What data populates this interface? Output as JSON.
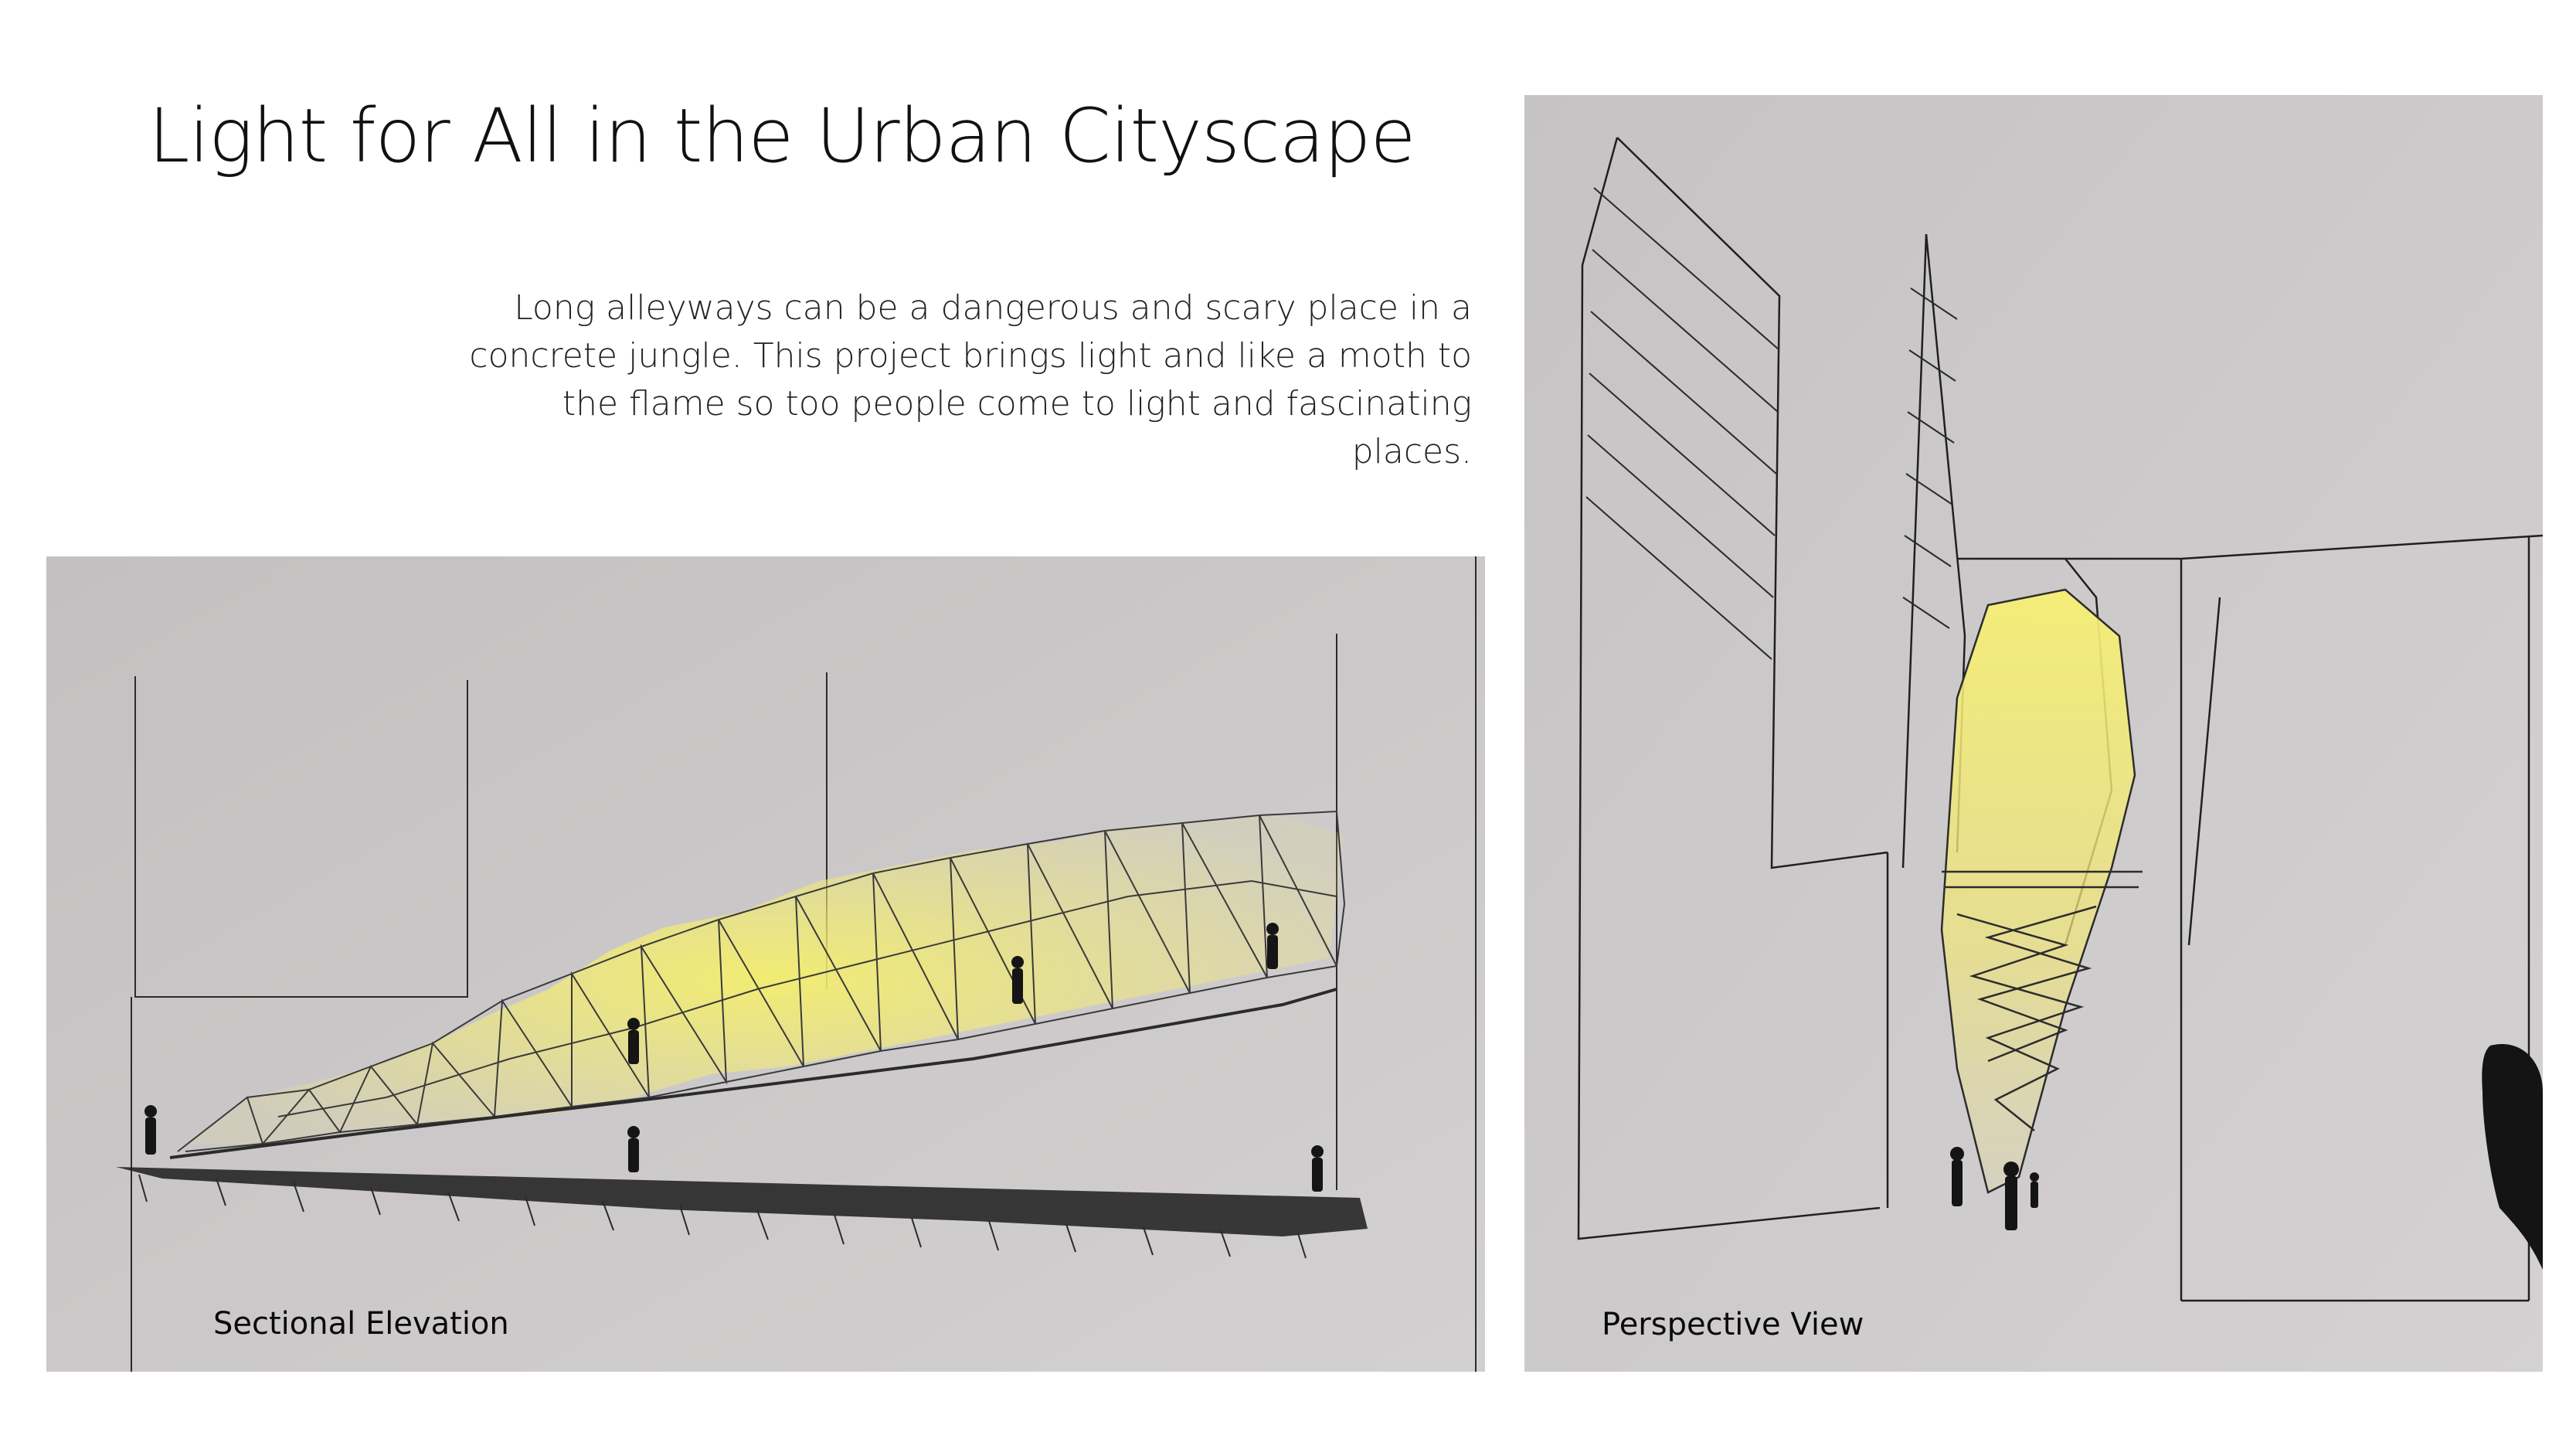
{
  "slide": {
    "title": "Light for All in the Urban Cityscape",
    "description": "Long alleyways can be a dangerous and scary place in a concrete jungle. This project brings light and like a moth to the flame so too people come to light and fascinating places."
  },
  "panels": {
    "elevation": {
      "caption": "Sectional Elevation"
    },
    "perspective": {
      "caption": "Perspective View"
    }
  },
  "colors": {
    "paper": "#c9c6c7",
    "ink": "#1a1a1a",
    "glow": "#f1ea7a",
    "page_background": "#ffffff"
  }
}
